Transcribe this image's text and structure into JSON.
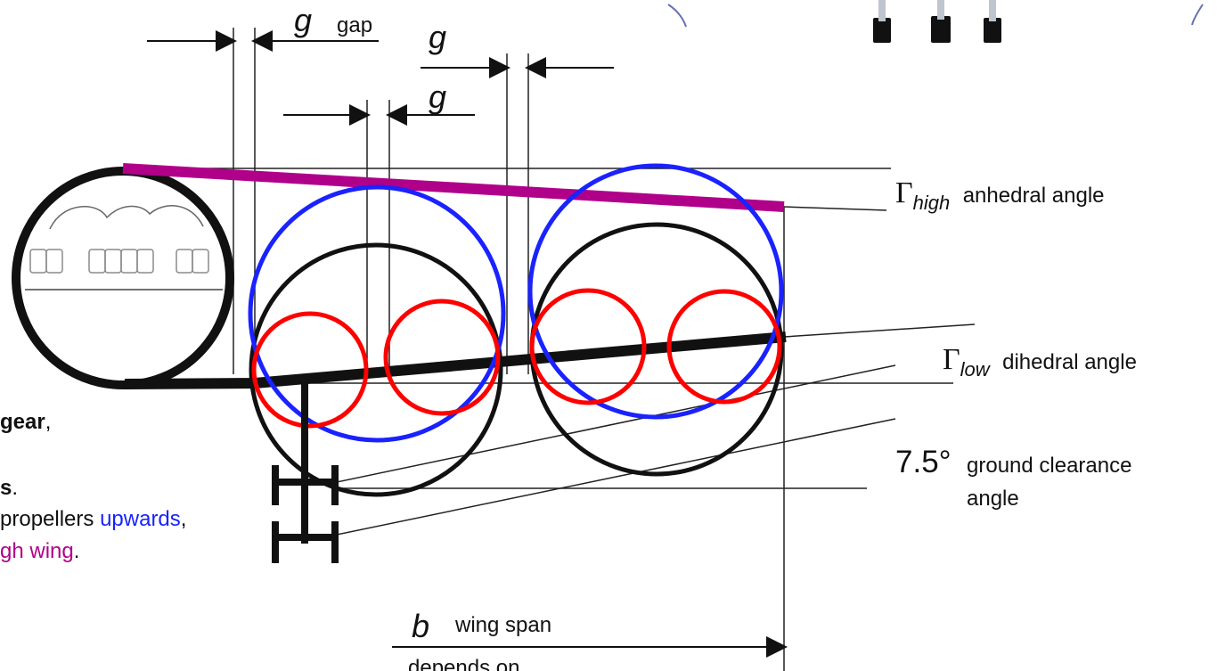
{
  "labels": {
    "g_symbol": "g",
    "gap_text": "gap",
    "g_top_right": "g",
    "g_mid_right": "g",
    "gamma": "Γ",
    "high_sub": "high",
    "anhedral_text": "anhedral angle",
    "low_sub": "low",
    "dihedral_text": "dihedral angle",
    "clearance_angle_value": "7.5°",
    "clearance_line1": "ground clearance",
    "clearance_line2": "angle",
    "b_symbol": "b",
    "wing_span_text": "wing span",
    "depends_on_text": "depends on"
  },
  "left_text": {
    "gear_fragment": "gear",
    "gear_comma": ",",
    "s_fragment": "s",
    "s_period": ".",
    "propellers_prefix": "propellers ",
    "upwards": "upwards",
    "comma_after_upwards": ",",
    "high_wing_fragment": "gh wing",
    "period_after_high_wing": "."
  },
  "colors": {
    "black": "#111111",
    "blue": "#1a22ff",
    "red": "#ff0000",
    "magenta": "#b0008a",
    "thin_line": "#222222"
  }
}
